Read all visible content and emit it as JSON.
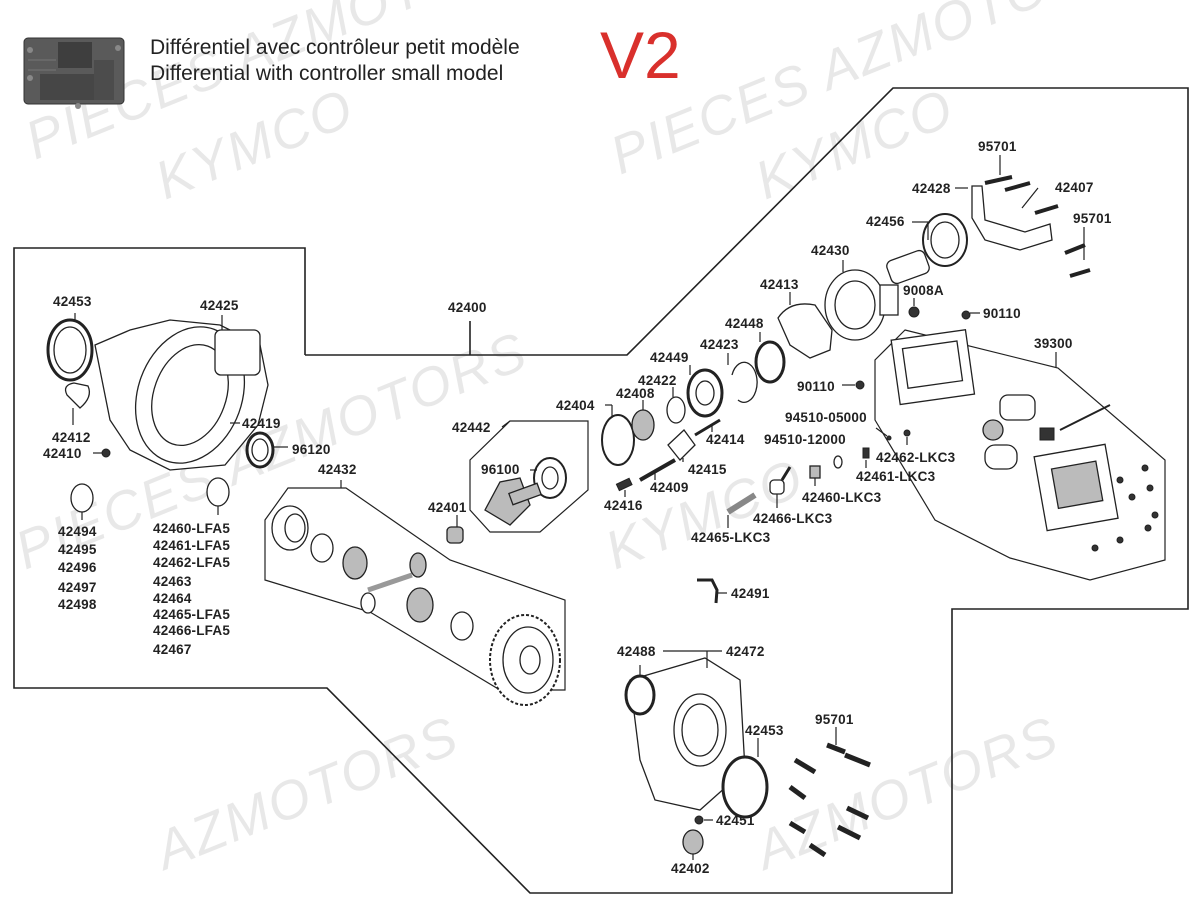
{
  "header": {
    "title_fr": "Différentiel avec contrôleur petit modèle",
    "title_en": "Differential with controller small model",
    "version": "V2",
    "version_color": "#d9302c",
    "thumbnail_icon": "controller-unit-photo"
  },
  "watermarks": [
    "PIECES AZMOTORS",
    "KYMCO",
    "PIECES AZMOTORS",
    "KYMCO",
    "PIECES AZMOTORS",
    "KYMCO",
    "AZMOTORS",
    "AZMOTORS"
  ],
  "assembly": {
    "label": "42400"
  },
  "callouts": {
    "c42453a": "42453",
    "c42425": "42425",
    "c42412": "42412",
    "c42410": "42410",
    "c42419": "42419",
    "c96120": "96120",
    "c42432": "42432",
    "c42442": "42442",
    "c96100": "96100",
    "c42401": "42401",
    "c42404": "42404",
    "c42408": "42408",
    "c42422": "42422",
    "c42449": "42449",
    "c42423": "42423",
    "c42448": "42448",
    "c42413": "42413",
    "c42430": "42430",
    "c42456": "42456",
    "c42428": "42428",
    "c95701a": "95701",
    "c42407": "42407",
    "c95701b": "95701",
    "c9008A": "9008A",
    "c90110a": "90110",
    "c39300": "39300",
    "c90110b": "90110",
    "c94510_05000": "94510-05000",
    "c94510_12000": "94510-12000",
    "c42462_LKC3": "42462-LKC3",
    "c42461_LKC3": "42461-LKC3",
    "c42460_LKC3": "42460-LKC3",
    "c42466_LKC3": "42466-LKC3",
    "c42465_LKC3": "42465-LKC3",
    "c42414": "42414",
    "c42415": "42415",
    "c42409": "42409",
    "c42416": "42416",
    "c42491": "42491",
    "c42488": "42488",
    "c42472": "42472",
    "c42453b": "42453",
    "c95701c": "95701",
    "c42451": "42451",
    "c42402": "42402"
  },
  "oring_list_left": [
    "42494",
    "42495",
    "42496",
    "42497",
    "42498"
  ],
  "seal_list_middle": [
    "42460-LFA5",
    "42461-LFA5",
    "42462-LFA5",
    "42463",
    "42464",
    "42465-LFA5",
    "42466-LFA5",
    "42467"
  ]
}
